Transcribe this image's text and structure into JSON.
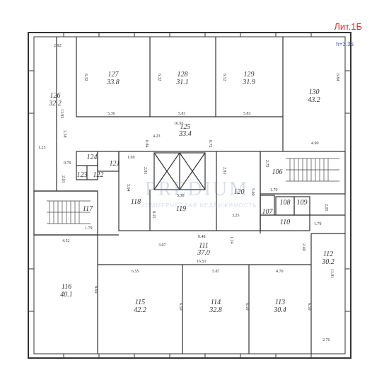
{
  "header": {
    "lit_label": "Лит.1Б",
    "height_label": "h=3.35"
  },
  "watermark": {
    "brand": "PREDIUM",
    "tagline": "КОММЕРЧЕСКАЯ НЕДВИЖИМОСТЬ"
  },
  "rooms": [
    {
      "num": "127",
      "area": "33.8"
    },
    {
      "num": "128",
      "area": "31.1"
    },
    {
      "num": "129",
      "area": "31.9"
    },
    {
      "num": "130",
      "area": "43.2"
    },
    {
      "num": "126",
      "area": "32.2"
    },
    {
      "num": "125",
      "area": "33.4"
    },
    {
      "num": "124",
      "area": ""
    },
    {
      "num": "123",
      "area": ""
    },
    {
      "num": "122",
      "area": ""
    },
    {
      "num": "121",
      "area": ""
    },
    {
      "num": "118",
      "area": ""
    },
    {
      "num": "117",
      "area": ""
    },
    {
      "num": "119",
      "area": ""
    },
    {
      "num": "120",
      "area": ""
    },
    {
      "num": "106",
      "area": ""
    },
    {
      "num": "107",
      "area": ""
    },
    {
      "num": "108",
      "area": ""
    },
    {
      "num": "109",
      "area": ""
    },
    {
      "num": "110",
      "area": ""
    },
    {
      "num": "111",
      "area": "37.0"
    },
    {
      "num": "112",
      "area": "30.2"
    },
    {
      "num": "116",
      "area": "40.1"
    },
    {
      "num": "115",
      "area": "42.2"
    },
    {
      "num": "114",
      "area": "32.8"
    },
    {
      "num": "113",
      "area": "30.4"
    }
  ],
  "dimensions": [
    "2.92",
    "6.32",
    "6.32",
    "6.12",
    "6.84",
    "11.92",
    "5.36",
    "5.81",
    "5.83",
    "16.93",
    "2.38",
    "4.23",
    "0.84",
    "0.72",
    "1.25",
    "4.90",
    "0.79",
    "2.81",
    "2.81",
    "2.72",
    "2.01",
    "5.64",
    "1.69",
    "5.30",
    "5.09",
    "1.70",
    "2.05",
    "1.79",
    "8.15",
    "3.25",
    "1.79",
    "4.52",
    "3.07",
    "1.24",
    "0.48",
    "2.40",
    "16.51",
    "6.55",
    "5.87",
    "4.70",
    "11.91",
    "8.69",
    "6.50",
    "6.50",
    "6.50",
    "2.76"
  ]
}
